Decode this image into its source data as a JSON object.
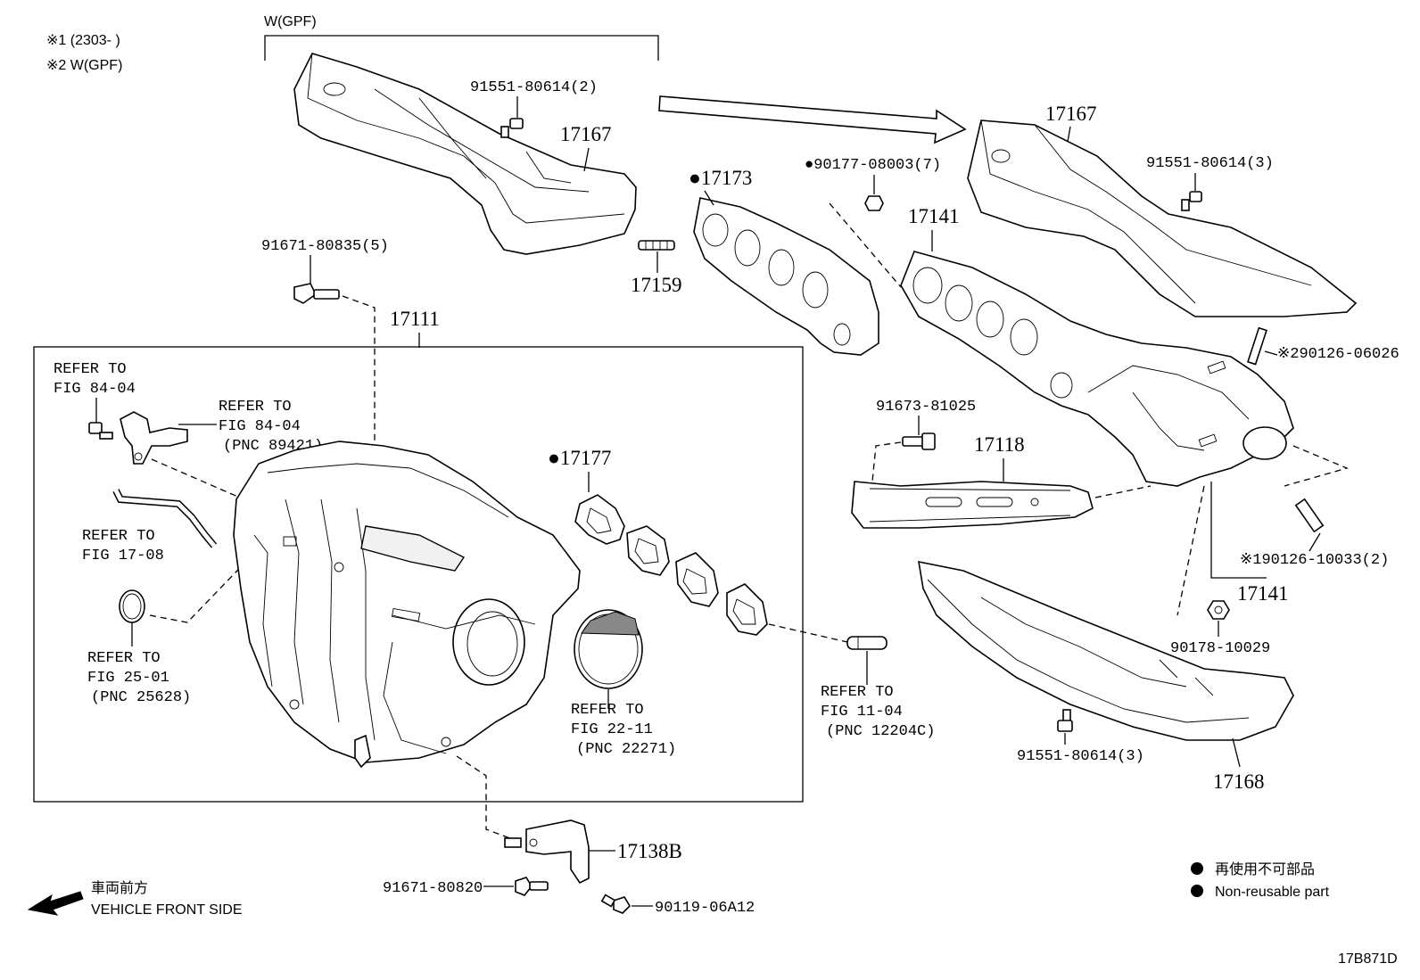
{
  "notes": {
    "note1": "※1 (2303-     )",
    "note2": "※2 W(GPF)"
  },
  "bracket_top_label": "W(GPF)",
  "parts": {
    "heat_insulator_top_left_bolt": "91551-80614(2)",
    "heat_insulator_top_left": "17167",
    "stud_17159": "17159",
    "gasket_17173": "●17173",
    "nut_90177": "●90177-08003(7)",
    "heat_insulator_right": "17167",
    "bolt_91551_right": "91551-80614(3)",
    "manifold_17141_top": "17141",
    "stud_note_2": "※290126-06026",
    "bolt_91671_80835": "91671-80835(5)",
    "intake_manifold": "17111",
    "bolt_91673": "91673-81025",
    "bracket_17118": "17118",
    "gasket_17177": "●17177",
    "stud_note_1": "※190126-10033(2)",
    "manifold_17141_bottom": "17141",
    "nut_90178": "90178-10029",
    "bolt_91551_lower": "91551-80614(3)",
    "insulator_17168": "17168",
    "bracket_17138b": "17138B",
    "bolt_91671_80820": "91671-80820",
    "bolt_90119": "90119-06A12"
  },
  "refs": {
    "ref_84_04_a": [
      "REFER TO",
      "FIG 84-04"
    ],
    "ref_84_04_b": [
      "REFER TO",
      "FIG 84-04",
      "(PNC 89421)"
    ],
    "ref_17_08": [
      "REFER TO",
      "FIG 17-08"
    ],
    "ref_25_01": [
      "REFER TO",
      "FIG 25-01",
      "(PNC 25628)"
    ],
    "ref_22_11": [
      "REFER TO",
      "FIG 22-11",
      "(PNC 22271)"
    ],
    "ref_11_04": [
      "REFER TO",
      "FIG 11-04",
      "(PNC 12204C)"
    ]
  },
  "vehicle_front": {
    "jp": "車両前方",
    "en": "VEHICLE FRONT SIDE"
  },
  "legend": {
    "jp": "再使用不可部品",
    "en": "Non-reusable part"
  },
  "figure_id": "17B871D"
}
